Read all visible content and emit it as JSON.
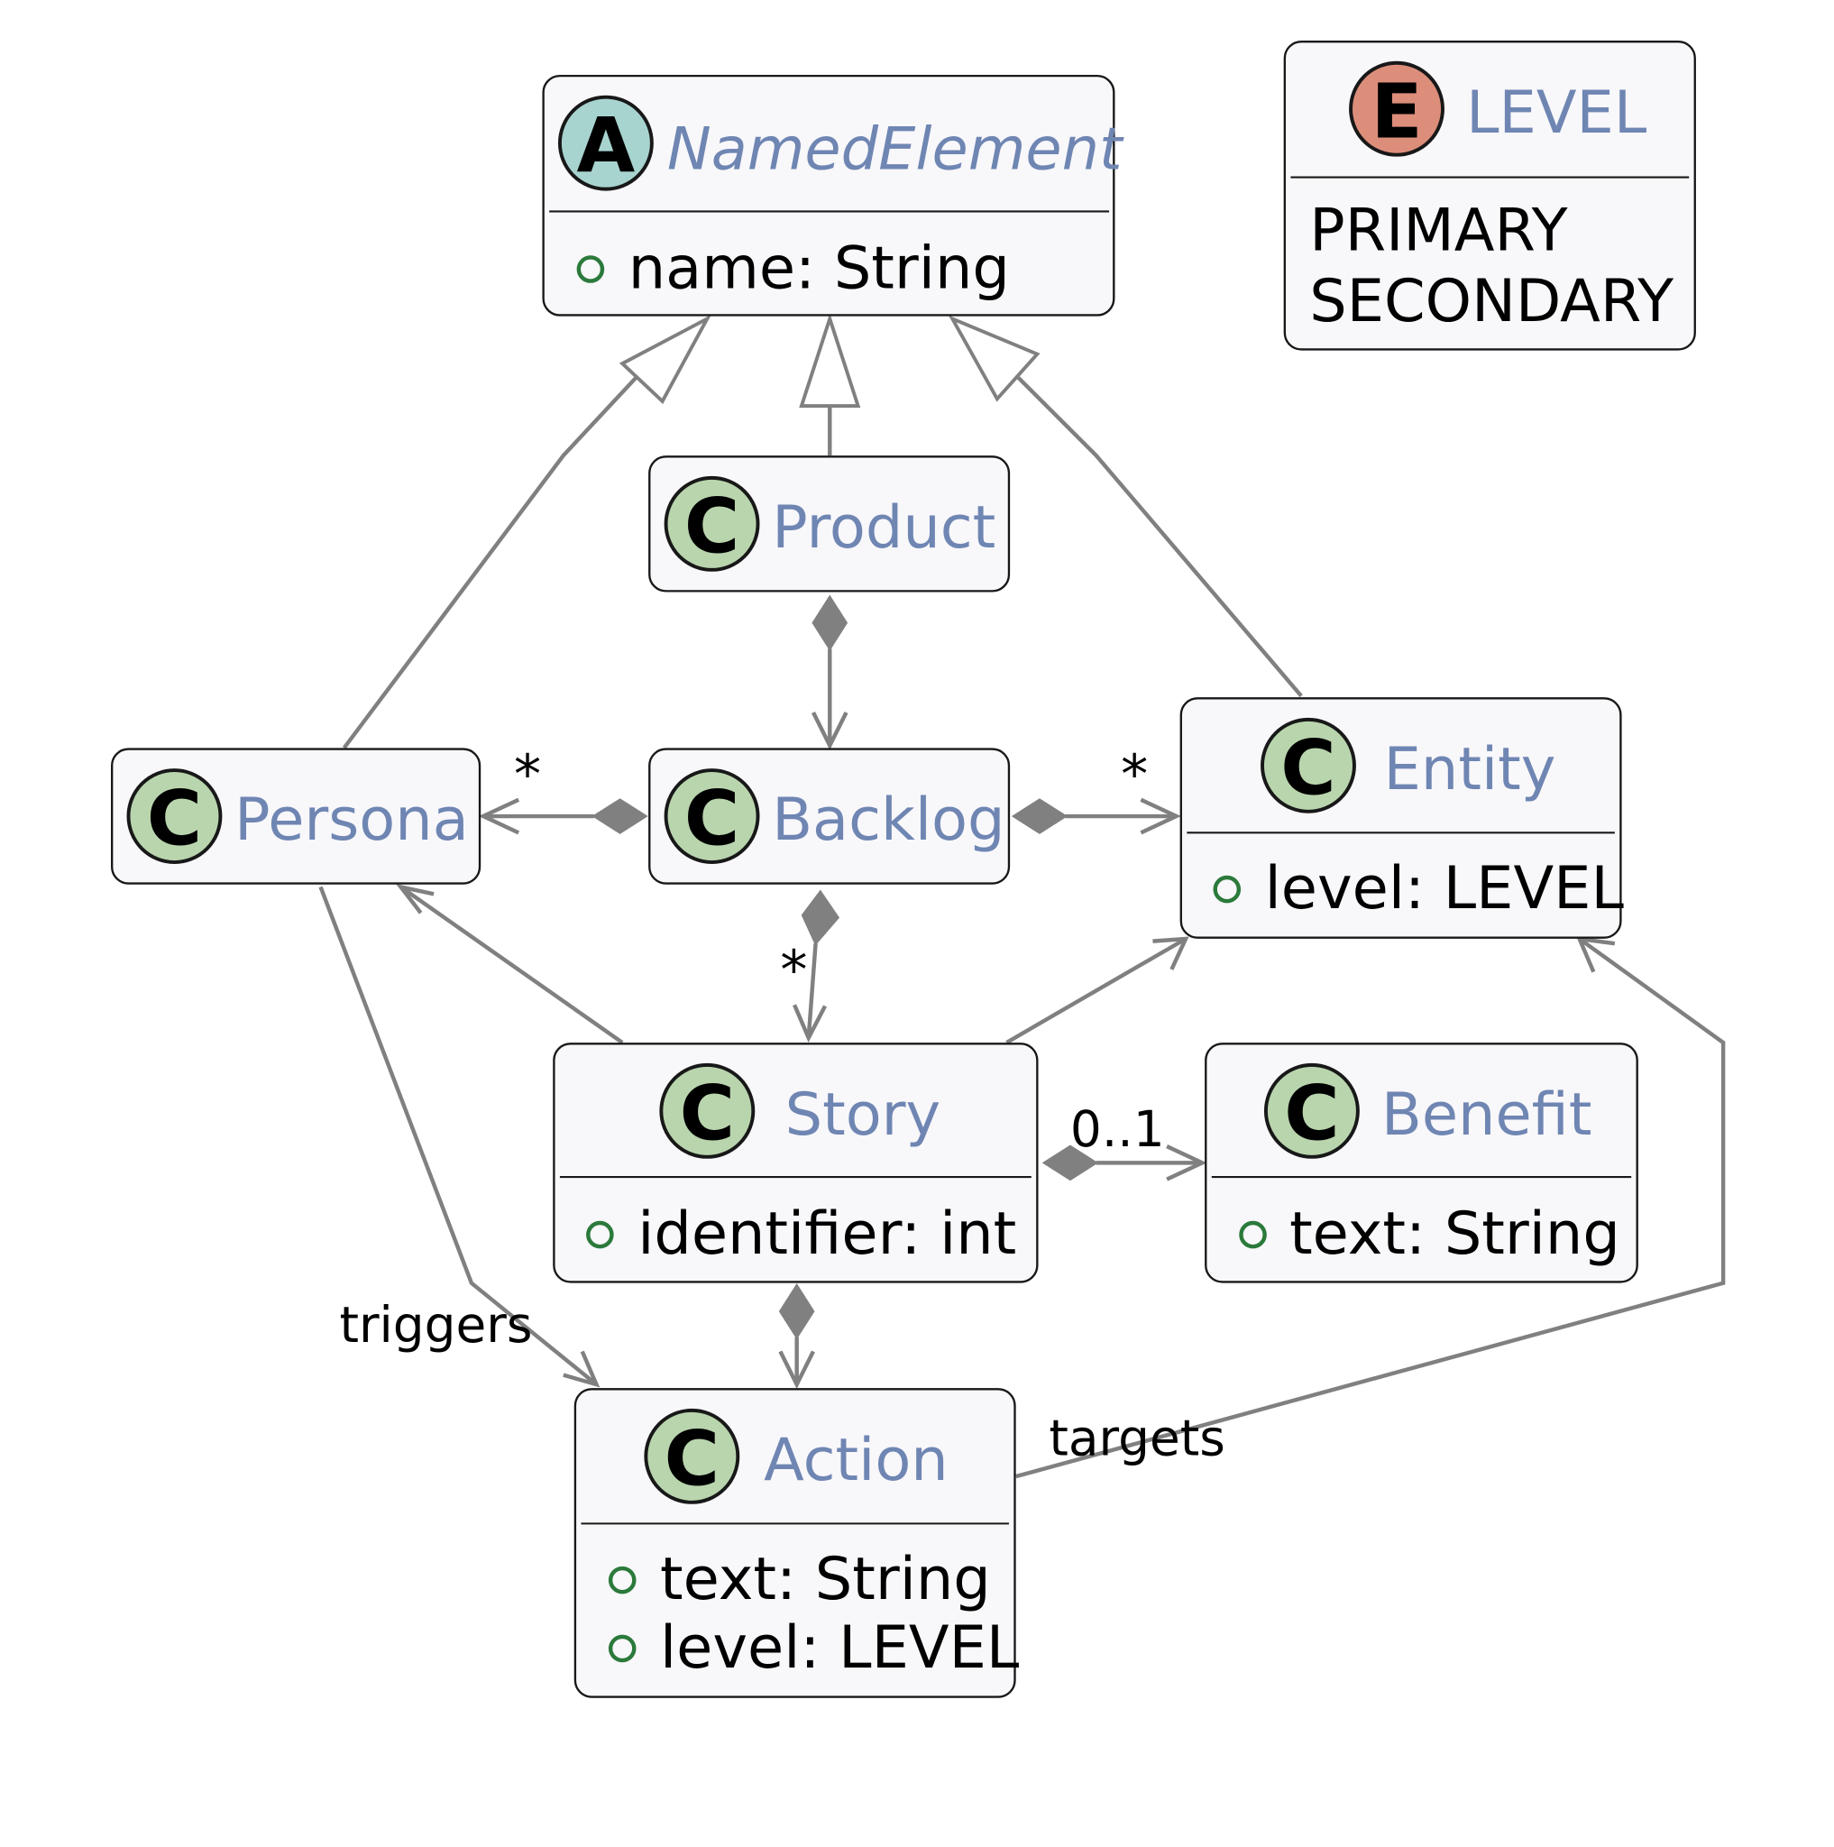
{
  "colors": {
    "class_badge": "#b9d5ae",
    "abstract_badge": "#a8d4d0",
    "enum_badge": "#dc8e7b",
    "title_text": "#6f86b3",
    "edge": "#808080",
    "box_fill": "#f8f7fa"
  },
  "classes": {
    "named_element": {
      "kind": "A",
      "name": "NamedElement",
      "abstract": true,
      "attrs": [
        "name: String"
      ]
    },
    "level": {
      "kind": "E",
      "name": "LEVEL",
      "values": [
        "PRIMARY",
        "SECONDARY"
      ]
    },
    "product": {
      "kind": "C",
      "name": "Product"
    },
    "persona": {
      "kind": "C",
      "name": "Persona"
    },
    "backlog": {
      "kind": "C",
      "name": "Backlog"
    },
    "entity": {
      "kind": "C",
      "name": "Entity",
      "attrs": [
        "level: LEVEL"
      ]
    },
    "story": {
      "kind": "C",
      "name": "Story",
      "attrs": [
        "identifier: int"
      ]
    },
    "benefit": {
      "kind": "C",
      "name": "Benefit",
      "attrs": [
        "text: String"
      ]
    },
    "action": {
      "kind": "C",
      "name": "Action",
      "attrs": [
        "text: String",
        "level: LEVEL"
      ]
    }
  },
  "relations": {
    "backlog_persona": {
      "multiplicity": "*"
    },
    "backlog_entity": {
      "multiplicity": "*"
    },
    "backlog_story": {
      "multiplicity": "*"
    },
    "story_benefit": {
      "multiplicity": "0..1"
    },
    "persona_action": {
      "label": "triggers"
    },
    "action_entity": {
      "label": "targets"
    }
  }
}
